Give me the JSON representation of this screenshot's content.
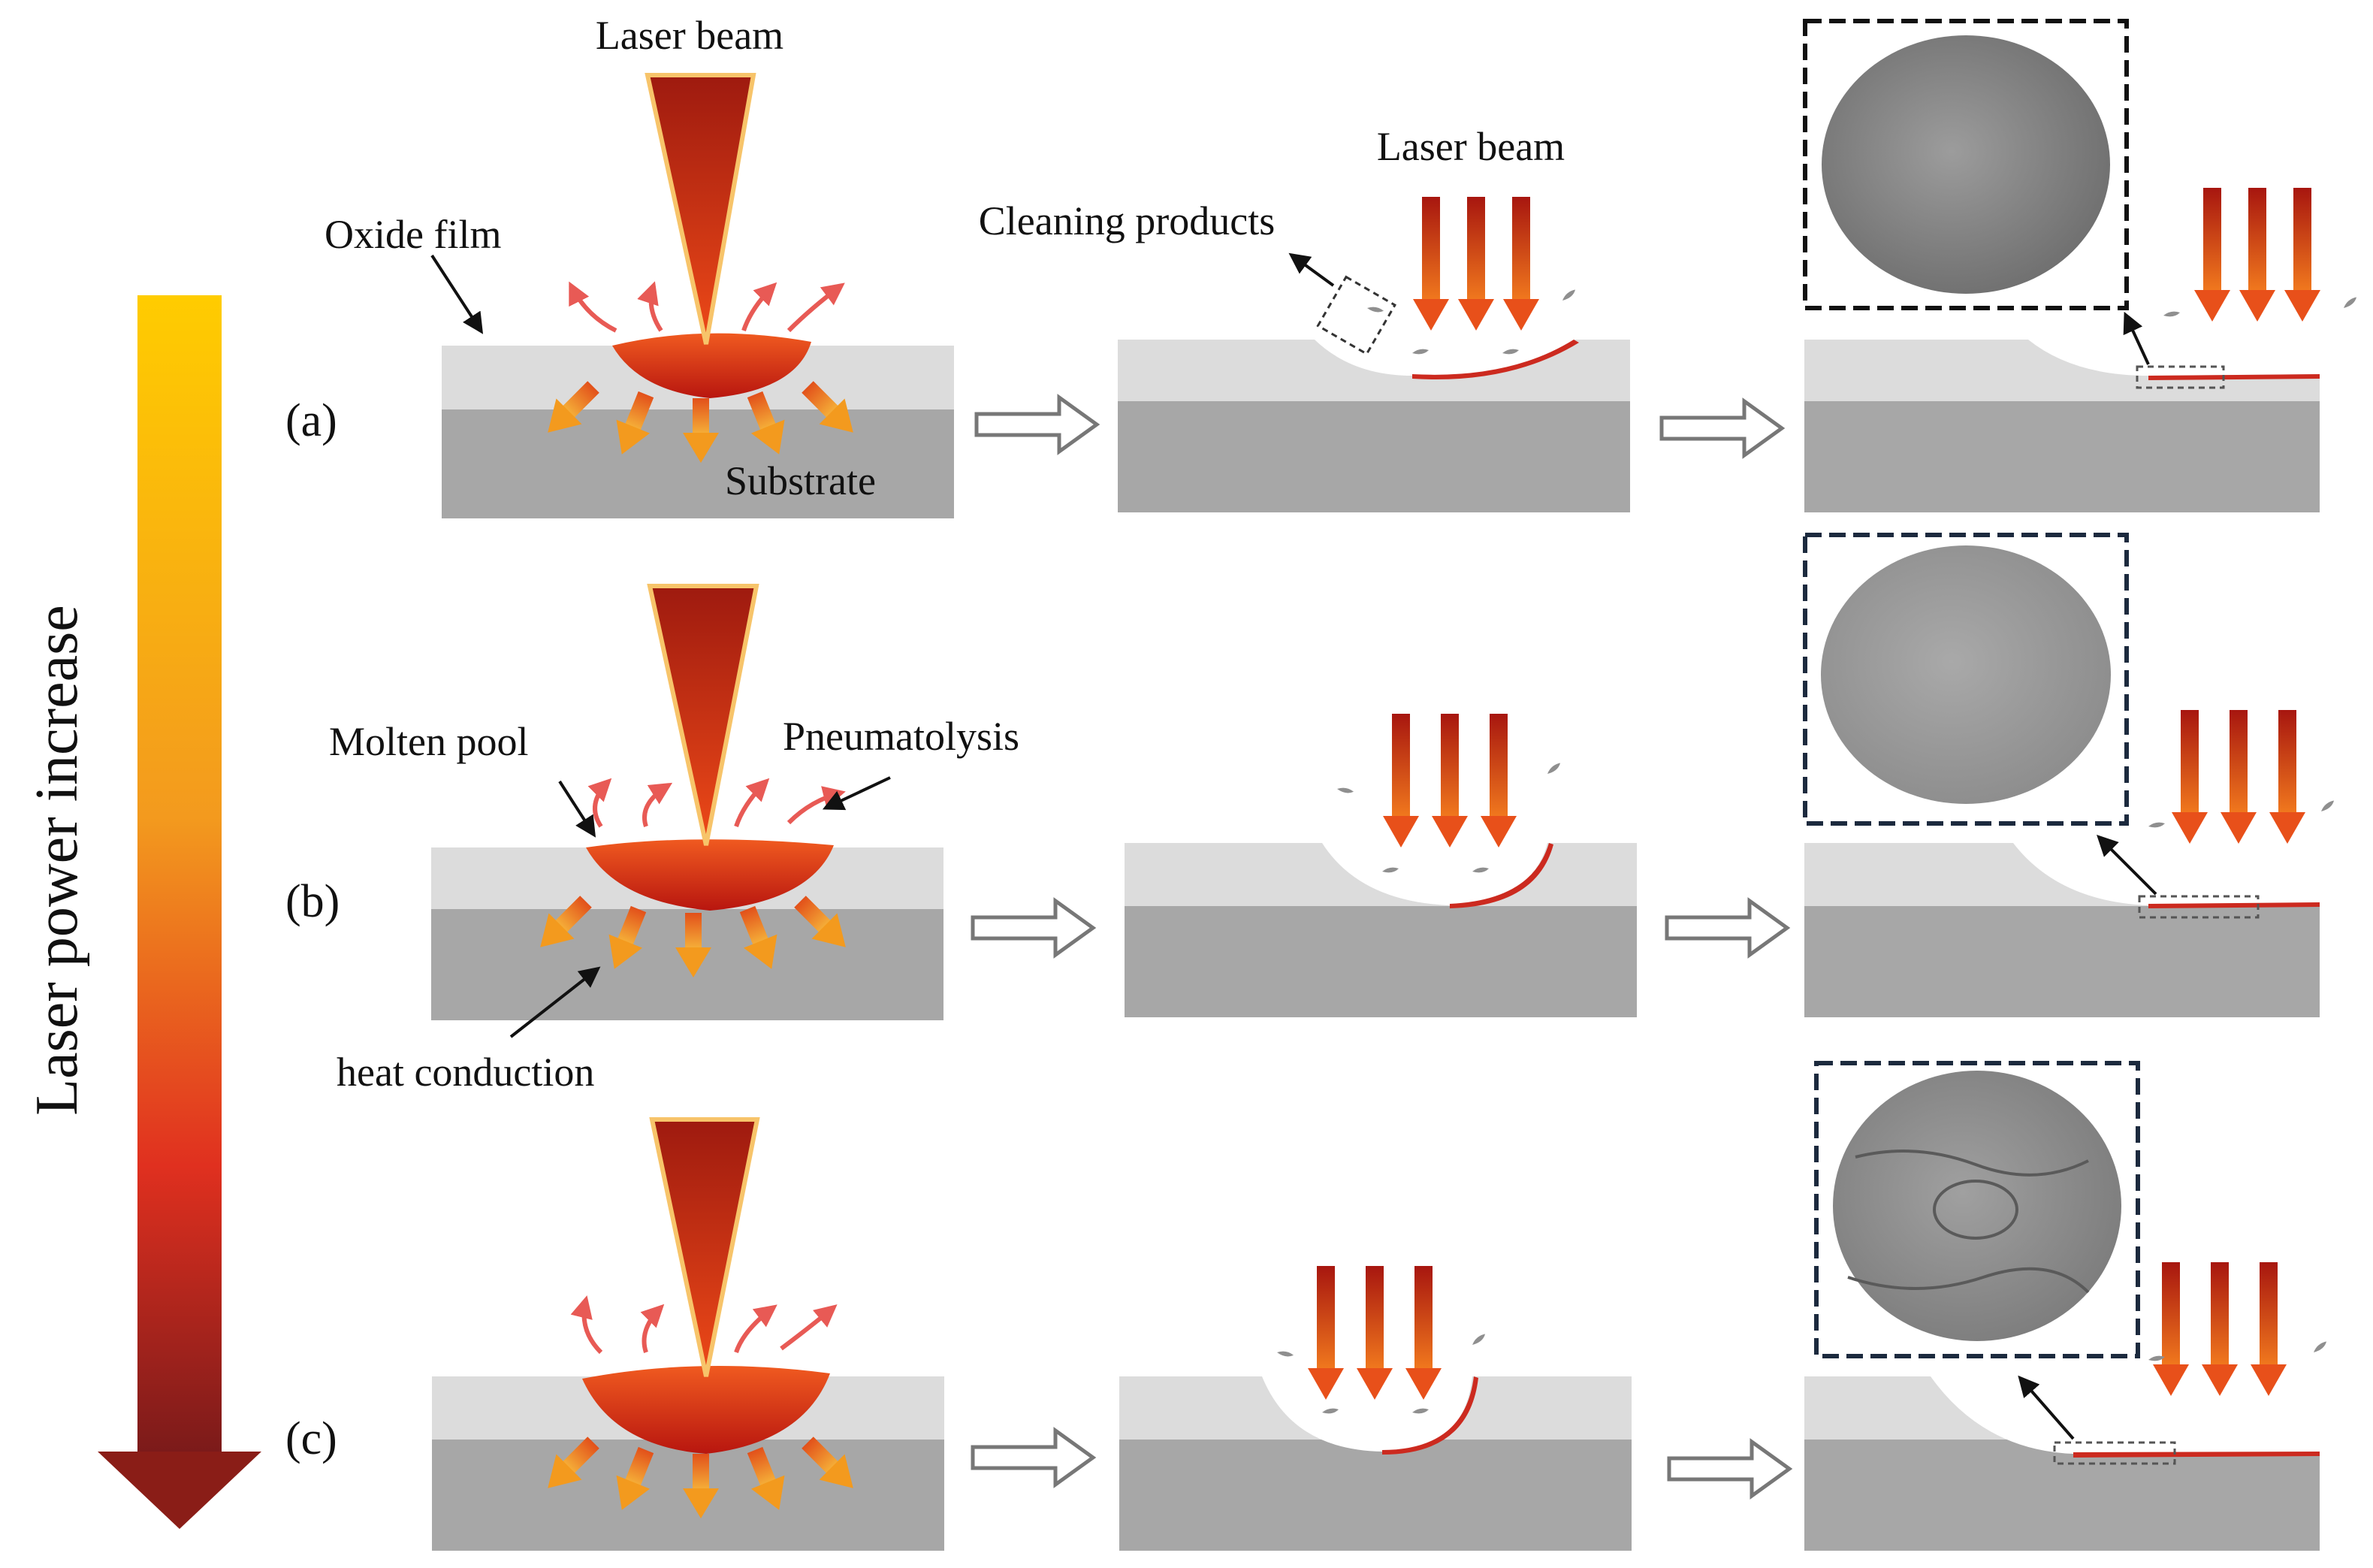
{
  "labels": {
    "laser_beam_a": "Laser beam",
    "oxide_film": "Oxide film",
    "substrate": "Substrate",
    "cleaning_products": "Cleaning products",
    "laser_beam_a2": "Laser beam",
    "molten_pool": "Molten pool",
    "pneumatolysis": "Pneumatolysis",
    "heat_conduction": "heat conduction",
    "side": "Laser power increase"
  },
  "rows": [
    {
      "label": "(a)"
    },
    {
      "label": "(b)"
    },
    {
      "label": "(c)"
    }
  ],
  "colors": {
    "oxide": "#dcdcdc",
    "substrate": "#a7a7a7",
    "beam_dark": "#b01b10",
    "beam_light": "#f06020",
    "beam_edge": "#f7c46a",
    "arrow_orange": "#f39a1e",
    "gradient_top": "#ffcc00",
    "gradient_bottom": "#7a1a1a",
    "steam": "#e85a55"
  },
  "icons": [
    "laser-beam-icon",
    "hollow-arrow-icon",
    "sem-micrograph-icon",
    "debris-particle-icon"
  ]
}
